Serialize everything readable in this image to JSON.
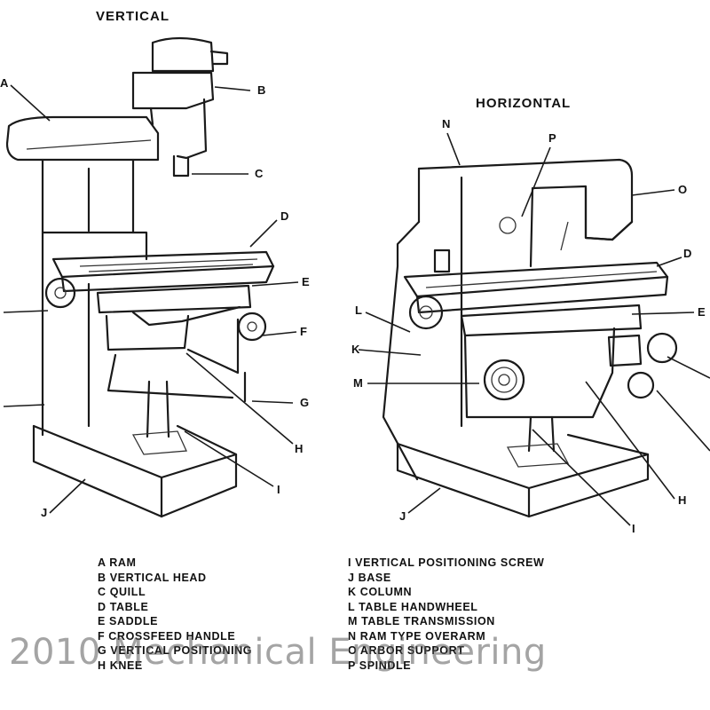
{
  "titles": {
    "vertical": "VERTICAL",
    "horizontal": "HORIZONTAL"
  },
  "callouts": {
    "vertical": [
      "A",
      "B",
      "C",
      "D",
      "E",
      "F",
      "G",
      "H",
      "I",
      "J"
    ],
    "horizontal": [
      "N",
      "P",
      "O",
      "D",
      "L",
      "E",
      "K",
      "M",
      "H",
      "I",
      "J"
    ]
  },
  "legend_left": [
    "A  RAM",
    "B  VERTICAL HEAD",
    "C  QUILL",
    "D  TABLE",
    "E  SADDLE",
    "F  CROSSFEED HANDLE",
    "G  VERTICAL POSITIONING",
    "H  KNEE"
  ],
  "legend_right": [
    "I  VERTICAL POSITIONING SCREW",
    "J  BASE",
    "K  COLUMN",
    "L  TABLE HANDWHEEL",
    "M  TABLE TRANSMISSION",
    "N  RAM TYPE OVERARM",
    "O  ARBOR SUPPORT",
    "P  SPINDLE"
  ],
  "watermark": "2010 Mechanical Engineering"
}
